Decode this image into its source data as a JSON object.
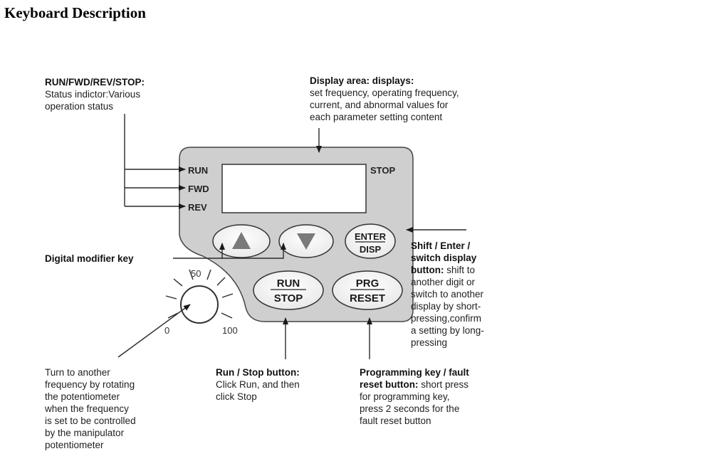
{
  "page_title": "Keyboard Description",
  "panel": {
    "indicators": [
      "RUN",
      "FWD",
      "REV"
    ],
    "stop_label": "STOP",
    "keys": {
      "up_icon": "triangle-up-icon",
      "down_icon": "triangle-down-icon",
      "enter_top": "ENTER",
      "enter_bottom": "DISP",
      "run_top": "RUN",
      "run_bottom": "STOP",
      "prg_top": "PRG",
      "prg_bottom": "RESET"
    },
    "dial": {
      "min": "0",
      "mid": "50",
      "max": "100"
    }
  },
  "callouts": {
    "status": {
      "title": "RUN/FWD/REV/STOP:",
      "lines": [
        "Status indictor:Various",
        "operation status"
      ]
    },
    "display": {
      "title": "Display area: displays:",
      "lines": [
        "set frequency, operating frequency,",
        "current, and abnormal values for",
        "each parameter setting content"
      ]
    },
    "digital": {
      "title": "Digital modifier key"
    },
    "shift": {
      "title_lines": [
        "Shift / Enter /",
        "switch display",
        "button:"
      ],
      "lines_after_title": [
        " shift to",
        "another digit or",
        "switch to another",
        "display by short-",
        "pressing,confirm",
        "a setting by long-",
        "pressing"
      ]
    },
    "potentiometer": {
      "lines": [
        "Turn to another",
        "frequency by rotating",
        "the potentiometer",
        "when the frequency",
        "is set to be controlled",
        "by the manipulator",
        "potentiometer"
      ]
    },
    "runstop": {
      "title": "Run / Stop button:",
      "lines": [
        "Click Run, and then",
        "click Stop"
      ]
    },
    "prg": {
      "title_lines": [
        "Programming key / fault",
        "reset button:"
      ],
      "first_rest": " short press",
      "lines": [
        "for programming key,",
        "press 2 seconds for the",
        "fault reset button"
      ]
    }
  }
}
